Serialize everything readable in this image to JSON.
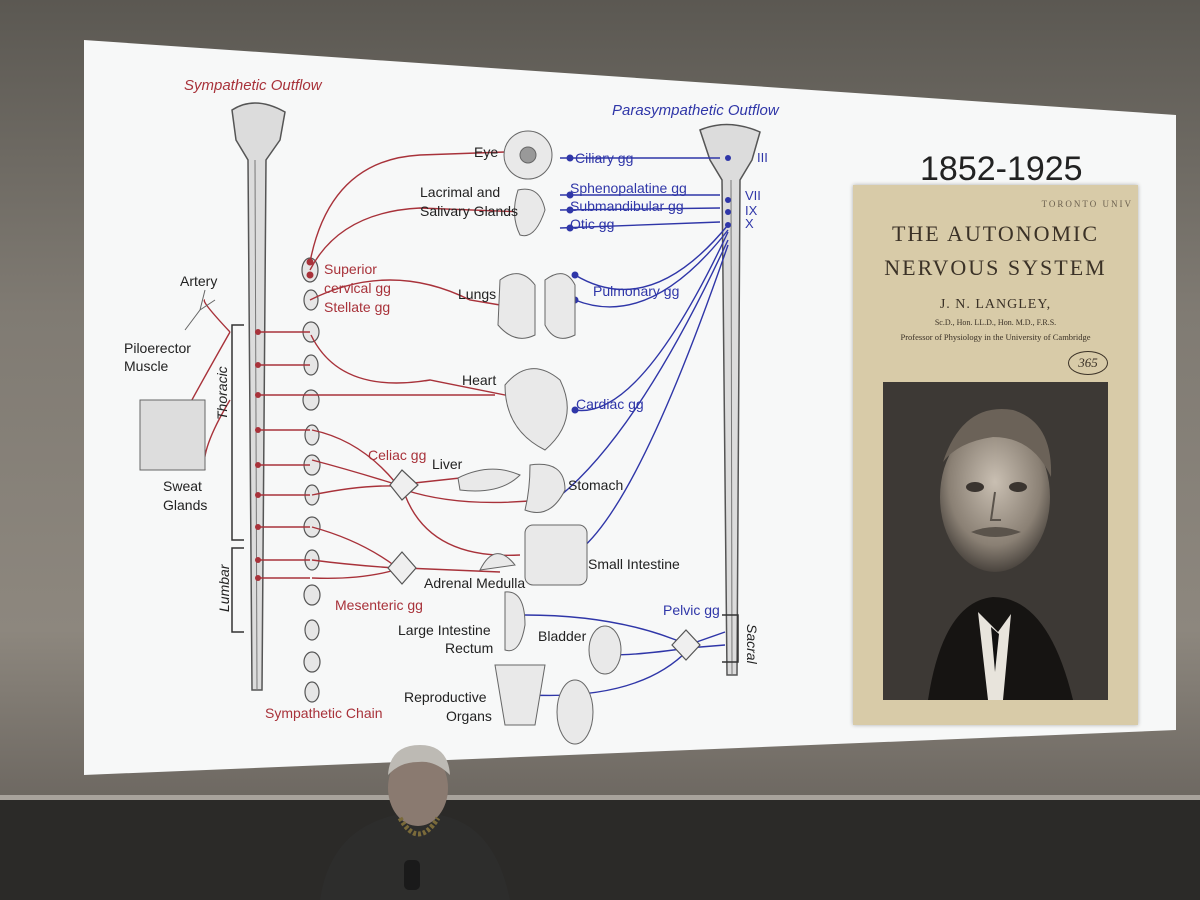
{
  "sympathetic": {
    "title": "Sympathetic Outflow",
    "superior_cervical": "Superior",
    "superior_cervical_2": "cervical gg",
    "stellate": "Stellate gg",
    "celiac": "Celiac gg",
    "mesenteric": "Mesenteric gg",
    "chain": "Sympathetic Chain"
  },
  "parasympathetic": {
    "title": "Parasympathetic Outflow",
    "ciliary": "Ciliary gg",
    "sphenopalatine": "Sphenopalatine gg",
    "submandibular": "Submandibular gg",
    "otic": "Otic gg",
    "pulmonary": "Pulmonary gg",
    "cardiac": "Cardiac gg",
    "pelvic": "Pelvic gg",
    "nerve_3": "III",
    "nerve_7": "VII",
    "nerve_9": "IX",
    "nerve_10": "X",
    "sacral": "Sacral"
  },
  "regions": {
    "thoracic": "Thoracic",
    "lumbar": "Lumbar"
  },
  "organs": {
    "artery": "Artery",
    "piloerector_1": "Piloerector",
    "piloerector_2": "Muscle",
    "sweat_1": "Sweat",
    "sweat_2": "Glands",
    "eye": "Eye",
    "lacrimal_1": "Lacrimal and",
    "lacrimal_2": "Salivary Glands",
    "lungs": "Lungs",
    "heart": "Heart",
    "liver": "Liver",
    "stomach": "Stomach",
    "small_intestine": "Small Intestine",
    "adrenal": "Adrenal Medulla",
    "large_intestine_1": "Large Intestine",
    "large_intestine_2": "Rectum",
    "bladder": "Bladder",
    "reproductive_1": "Reproductive",
    "reproductive_2": "Organs"
  },
  "side": {
    "years": "1852-1925",
    "book_title_1": "THE AUTONOMIC",
    "book_title_2": "NERVOUS SYSTEM",
    "author": "J. N. LANGLEY,",
    "degrees": "Sc.D., Hon. LL.D., Hon. M.D., F.R.S.",
    "position": "Professor of Physiology in the University of Cambridge",
    "stamp": "TORONTO UNIV",
    "number": "365"
  },
  "colors": {
    "sympathetic": "#a8323a",
    "parasympathetic": "#2f36a8"
  }
}
